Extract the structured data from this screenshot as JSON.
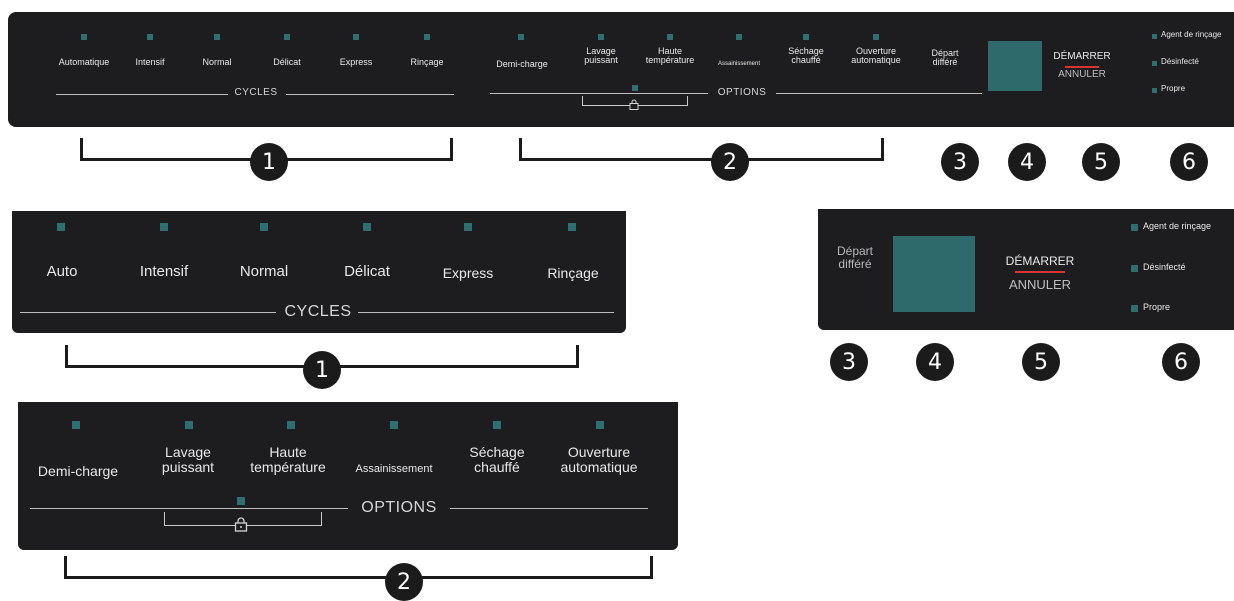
{
  "top": {
    "cycles": [
      "Automatique",
      "Intensif",
      "Normal",
      "Délicat",
      "Express",
      "Rinçage"
    ],
    "cycles_title": "CYCLES",
    "options": [
      "Demi-charge",
      "Lavage\npuissant",
      "Haute\ntempérature",
      "Assainissement",
      "Séchage\nchauffé",
      "Ouverture\nautomatique",
      "Départ\ndifféré"
    ],
    "options_title": "OPTIONS",
    "start": "DÉMARRER",
    "cancel": "ANNULER",
    "indicators": [
      "Agent de rinçage",
      "Désinfecté",
      "Propre"
    ],
    "callouts": [
      "1",
      "2",
      "3",
      "4",
      "5",
      "6"
    ]
  },
  "cycles_detail": {
    "cycles": [
      "Auto",
      "Intensif",
      "Normal",
      "Délicat",
      "Express",
      "Rinçage"
    ],
    "title": "CYCLES",
    "callout": "1"
  },
  "options_detail": {
    "options": [
      "Demi-charge",
      "Lavage\npuissant",
      "Haute\ntempérature",
      "Assainissement",
      "Séchage\nchauffé",
      "Ouverture\nautomatique"
    ],
    "title": "OPTIONS",
    "callout": "2"
  },
  "right_detail": {
    "delay": "Départ\ndifféré",
    "start": "DÉMARRER",
    "cancel": "ANNULER",
    "indicators": [
      "Agent de rinçage",
      "Désinfecté",
      "Propre"
    ],
    "callouts": [
      "3",
      "4",
      "5",
      "6"
    ]
  },
  "colors": {
    "panel": "#1d1d1f",
    "led": "#2e6f72",
    "display": "#2e6a6b",
    "accent_red": "#d83434"
  }
}
